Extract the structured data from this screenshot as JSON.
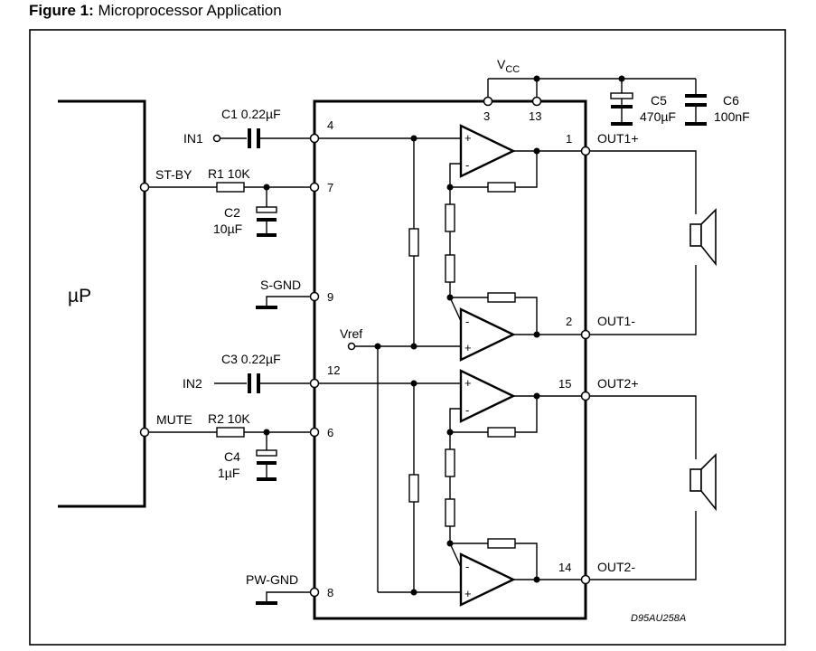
{
  "figure": {
    "caption_bold": "Figure 1:",
    "caption_text": " Microprocessor Application"
  },
  "diagram": {
    "up_label": "µP",
    "vcc": {
      "main": "V",
      "sub": "CC"
    },
    "code": "D95AU258A",
    "pins": {
      "p3": "3",
      "p13": "13",
      "p4": "4",
      "p7": "7",
      "p9": "9",
      "p12": "12",
      "p6": "6",
      "p8": "8",
      "p1": "1",
      "p2": "2",
      "p15": "15",
      "p14": "14"
    },
    "signals": {
      "in1": "IN1",
      "in2": "IN2",
      "stby": "ST-BY",
      "mute": "MUTE",
      "sgnd": "S-GND",
      "pwgnd": "PW-GND",
      "vref": "Vref",
      "out1p": "OUT1+",
      "out1m": "OUT1-",
      "out2p": "OUT2+",
      "out2m": "OUT2-"
    },
    "components": {
      "c1": "C1 0.22µF",
      "r1": "R1 10K",
      "c2_name": "C2",
      "c2_val": "10µF",
      "c3": "C3 0.22µF",
      "r2": "R2 10K",
      "c4_name": "C4",
      "c4_val": "1µF",
      "c5_name": "C5",
      "c5_val": "470µF",
      "c6_name": "C6",
      "c6_val": "100nF"
    },
    "amp_signs": {
      "plus": "+",
      "minus": "-"
    }
  }
}
